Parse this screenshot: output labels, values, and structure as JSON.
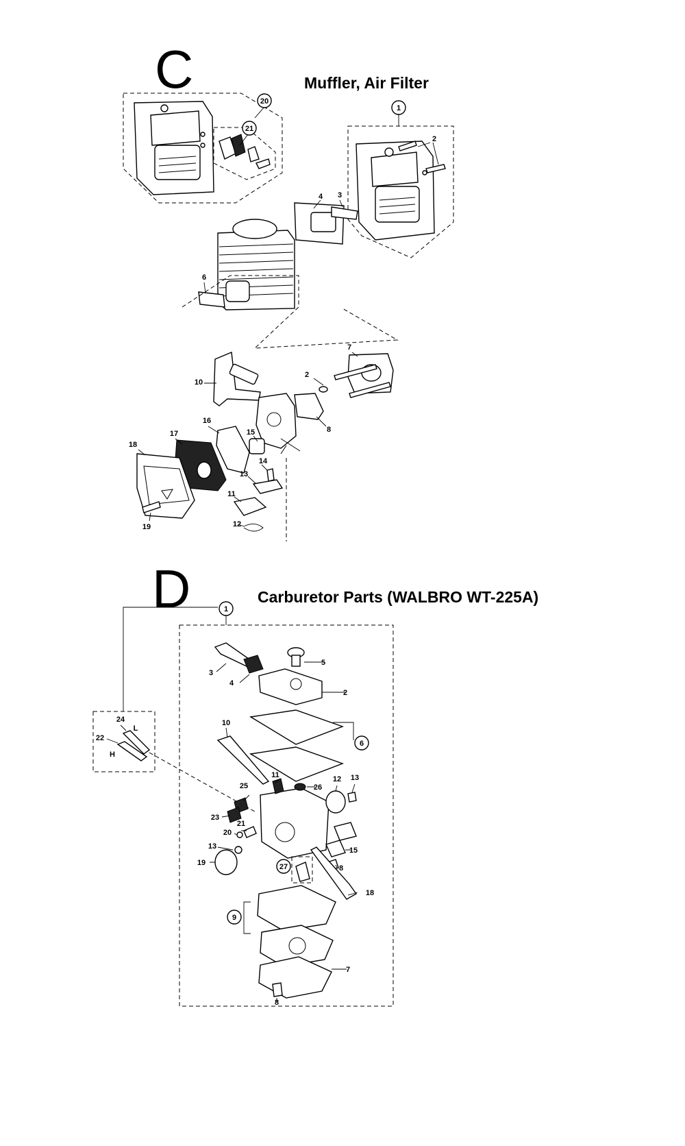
{
  "sections": [
    {
      "letter": "C",
      "title": "Muffler, Air Filter",
      "callouts": [
        "20",
        "21",
        "1",
        "2",
        "3",
        "4",
        "6",
        "7",
        "2",
        "10",
        "8",
        "16",
        "15",
        "17",
        "18",
        "14",
        "13",
        "11",
        "12",
        "19"
      ]
    },
    {
      "letter": "D",
      "title": "Carburetor Parts (WALBRO WT-225A)",
      "kit_labels": [
        "L",
        "H"
      ],
      "callouts": [
        "1",
        "3",
        "5",
        "4",
        "2",
        "10",
        "6",
        "24",
        "22",
        "11",
        "26",
        "12",
        "13",
        "25",
        "23",
        "21",
        "20",
        "15",
        "8",
        "13",
        "19",
        "27",
        "18",
        "9",
        "7",
        "8"
      ]
    }
  ]
}
